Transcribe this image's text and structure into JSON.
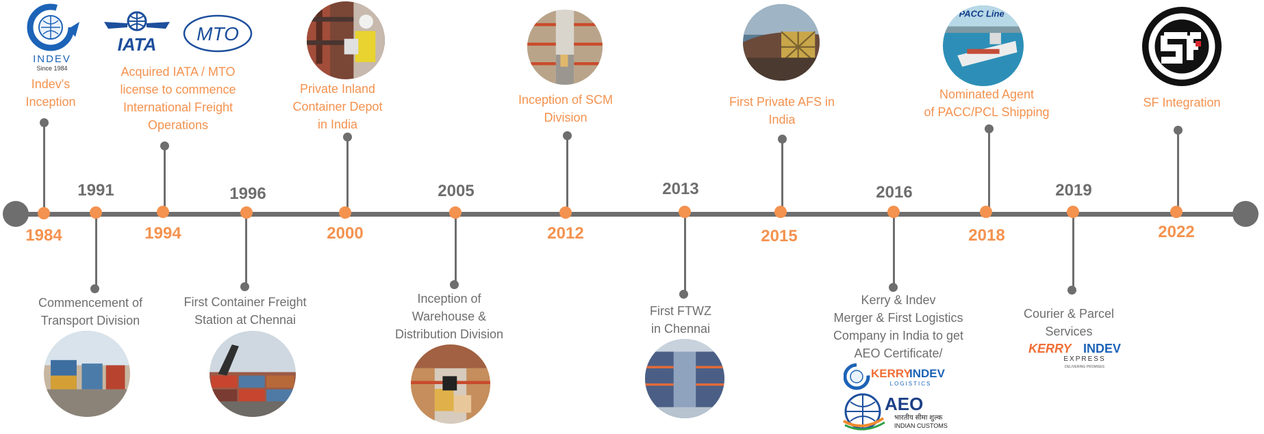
{
  "colors": {
    "accent": "#f4924f",
    "line": "#6e6e6e",
    "text_grey": "#6e6e6e"
  },
  "events": [
    {
      "year": "1984",
      "text": "Indev's\nInception",
      "year_side": "below",
      "label_side": "above",
      "icon": "indev-logo-icon"
    },
    {
      "year": "1991",
      "text": "Commencement of\nTransport Division",
      "year_side": "above",
      "label_side": "below",
      "icon": "trucks-photo"
    },
    {
      "year": "1994",
      "text": "Acquired IATA / MTO\nlicense to commence\nInternational Freight\nOperations",
      "year_side": "below",
      "label_side": "above",
      "icon": "iata-mto-logo-icon"
    },
    {
      "year": "1996",
      "text": "First Container Freight\nStation at Chennai",
      "year_side": "above",
      "label_side": "below",
      "icon": "container-yard-photo"
    },
    {
      "year": "2000",
      "text": "Private Inland\nContainer Depot\nin India",
      "year_side": "below",
      "label_side": "above",
      "icon": "depot-worker-photo"
    },
    {
      "year": "2005",
      "text": "Inception of\nWarehouse &\nDistribution Division",
      "year_side": "above",
      "label_side": "below",
      "icon": "warehouse-forklift-photo"
    },
    {
      "year": "2012",
      "text": "Inception of SCM\nDivision",
      "year_side": "below",
      "label_side": "above",
      "icon": "scm-warehouse-photo"
    },
    {
      "year": "2013",
      "text": "First FTWZ\nin Chennai",
      "year_side": "above",
      "label_side": "below",
      "icon": "ftwz-warehouse-photo"
    },
    {
      "year": "2015",
      "text": "First Private AFS in\nIndia",
      "year_side": "below",
      "label_side": "above",
      "icon": "air-freight-photo"
    },
    {
      "year": "2016",
      "text": "Kerry & Indev\nMerger & First Logistics\nCompany in India to get\nAEO Certificate/",
      "year_side": "above",
      "label_side": "below",
      "icon": "kerry-indev-aeo-logo-icon"
    },
    {
      "year": "2018",
      "text": "Nominated Agent\nof PACC/PCL Shipping",
      "year_side": "below",
      "label_side": "above",
      "icon": "pacc-ship-photo"
    },
    {
      "year": "2019",
      "text": "Courier & Parcel\nServices",
      "year_side": "above",
      "label_side": "below",
      "icon": "kerry-indev-express-logo-icon"
    },
    {
      "year": "2022",
      "text": "SF Integration",
      "year_side": "below",
      "label_side": "above",
      "icon": "sf-logo-icon"
    }
  ],
  "logos": {
    "indev": {
      "name": "INDEV",
      "since": "Since 1984"
    },
    "iata": "IATA",
    "mto": "MTO",
    "pacc": "PACC Line",
    "kerry_indev_logistics": {
      "kerry": "KERRY",
      "indev": "INDEV",
      "sub": "LOGISTICS"
    },
    "aeo": {
      "title": "AEO",
      "hindi": "भारतीय सीमा शुल्क",
      "sub": "INDIAN CUSTOMS"
    },
    "kerry_indev_express": {
      "kerry": "KERRY",
      "indev": "INDEV",
      "sub": "EXPRESS",
      "tag": "DELIVERING PROMISES"
    },
    "sf": "SF"
  }
}
